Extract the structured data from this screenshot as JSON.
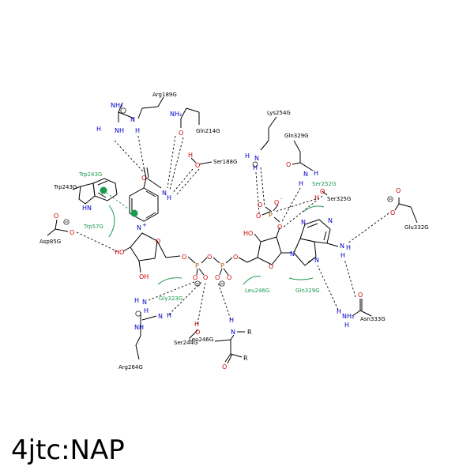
{
  "title": "4jtc:NAP",
  "colors": {
    "bond": "#000000",
    "nitrogen": "#0000cc",
    "oxygen": "#cc0000",
    "phosphorus": "#b05a00",
    "hydrophobic": "#1a9a50"
  },
  "residues": {
    "arg189": "Arg189G",
    "gln214": "Gln214G",
    "ser188": "Ser188G",
    "lys254": "Lys254G",
    "gln329_top": "Gln329G",
    "trp243_hyd": "Trp243G",
    "trp243": "Trp243G",
    "ser252": "Ser252G",
    "ser325": "Ser325G",
    "glu332": "Glu332G",
    "asp85": "Asp85G",
    "trp57": "Trp57G",
    "gly323": "Gly323G",
    "leu246_hyd": "Leu246G",
    "gln329_hyd": "Gln329G",
    "asn333": "Asn333G",
    "ser244": "Ser244G",
    "leu246": "Leu246G",
    "arg264": "Arg264G"
  }
}
